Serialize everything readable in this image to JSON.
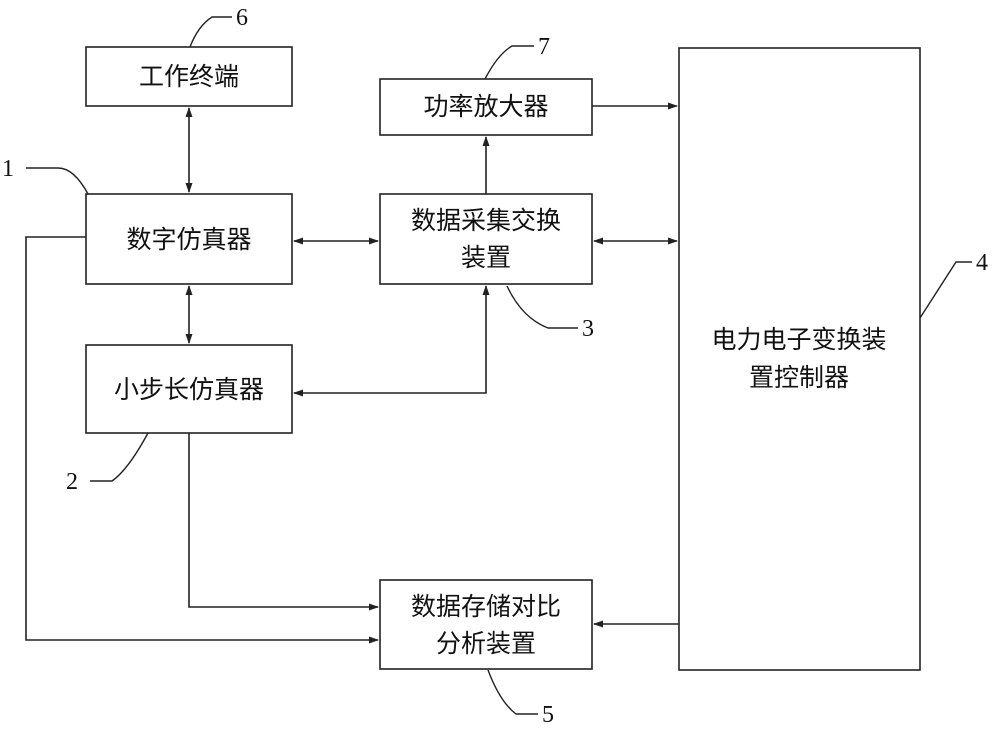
{
  "diagram": {
    "nodes": {
      "work_terminal": {
        "label": "工作终端"
      },
      "digital_simulator": {
        "label": "数字仿真器"
      },
      "small_step_simulator": {
        "label": "小步长仿真器"
      },
      "power_amplifier": {
        "label": "功率放大器"
      },
      "data_exchange": {
        "line1": "数据采集交换",
        "line2": "装置"
      },
      "storage_analysis": {
        "line1": "数据存储对比",
        "line2": "分析装置"
      },
      "converter_controller": {
        "line1": "电力电子变换装",
        "line2": "置控制器"
      }
    },
    "callouts": {
      "n1": "1",
      "n2": "2",
      "n3": "3",
      "n4": "4",
      "n5": "5",
      "n6": "6",
      "n7": "7"
    }
  }
}
